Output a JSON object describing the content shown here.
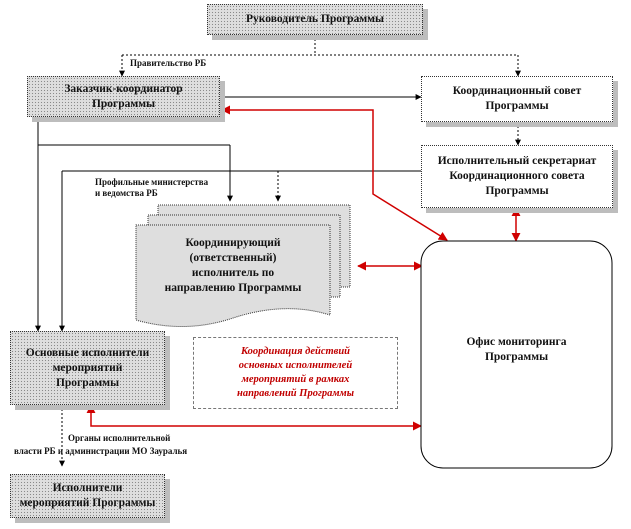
{
  "boxes": {
    "head": "Руководитель Программы",
    "customer": "Заказчик-координатор\nПрограммы",
    "council": "Координационный совет\nПрограммы",
    "secretariat": "Исполнительный секретариат\nКоординационного совета\nПрограммы",
    "coordinating": "Координирующий\n(ответственный)\nисполнитель по\nнаправлению Программы",
    "main_exec": "Основные исполнители\nмероприятий\nПрограммы",
    "office": "Офис мониторинга\nПрограммы",
    "executors": "Исполнители\nмероприятий Программы"
  },
  "labels": {
    "government": "Правительство РБ",
    "ministries": "Профильные министерства\nи ведомства РБ",
    "authorities_line1": "Органы исполнительной",
    "authorities_line2": "власти   РБ и администрации МО Зауралья"
  },
  "note": "Координация действий\nосновных исполнителей\nмероприятий в рамках\nнаправлений Программы",
  "colors": {
    "red_link": "#d00000",
    "black_link": "#000000",
    "box_fill": "#dedede",
    "box_border": "#333333",
    "shadow": "#bdbdbd"
  }
}
